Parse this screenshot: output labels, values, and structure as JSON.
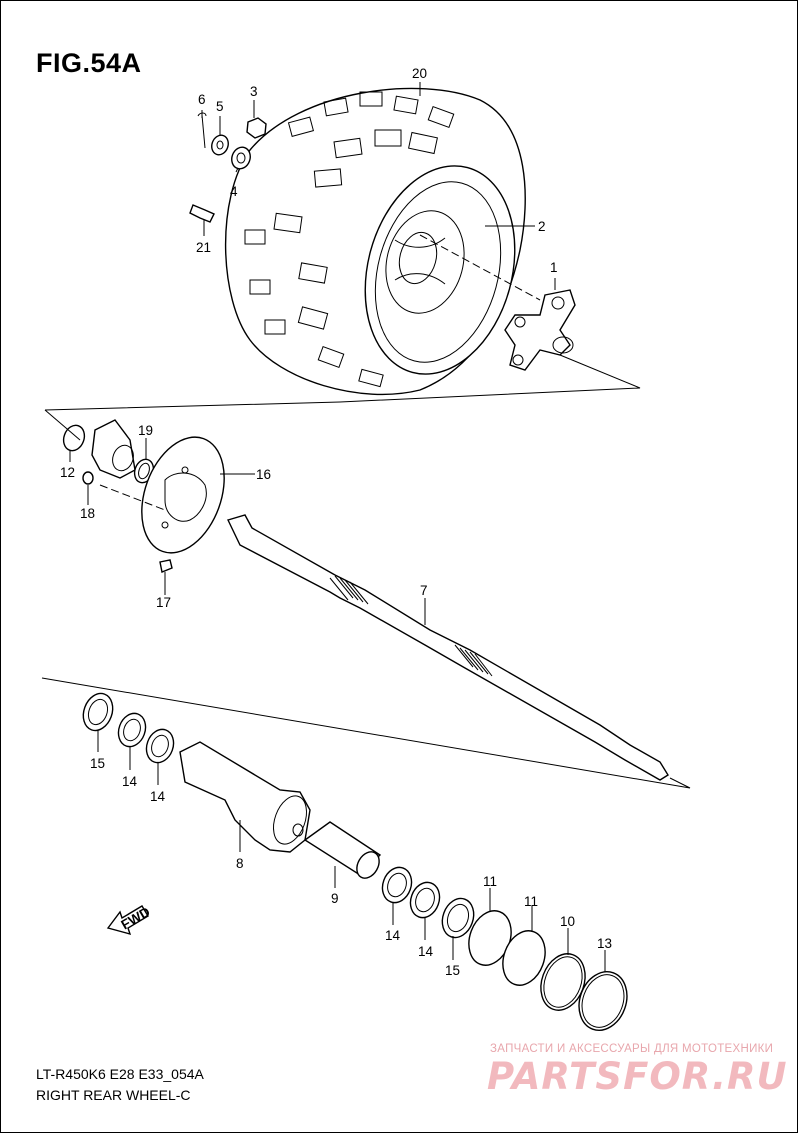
{
  "figure": {
    "title": "FIG.54A",
    "model": "LT-R450K6 E28 E33_054A",
    "subtitle": "RIGHT REAR WHEEL-C"
  },
  "arrow": {
    "label": "FWD"
  },
  "watermark": {
    "top": "ЗАПЧАСТИ И АКСЕССУАРЫ ДЛЯ МОТОТЕХНИКИ",
    "logo": "PARTSFOR.RU"
  },
  "callouts": {
    "p1": "1",
    "p2": "2",
    "p3": "3",
    "p4": "4",
    "p5": "5",
    "p6": "6",
    "p7": "7",
    "p8": "8",
    "p9": "9",
    "p10": "10",
    "p11a": "11",
    "p11b": "11",
    "p12": "12",
    "p13": "13",
    "p14a": "14",
    "p14b": "14",
    "p14c": "14",
    "p14d": "14",
    "p15a": "15",
    "p15b": "15",
    "p16": "16",
    "p17": "17",
    "p18": "18",
    "p19": "19",
    "p20": "20",
    "p21": "21"
  }
}
